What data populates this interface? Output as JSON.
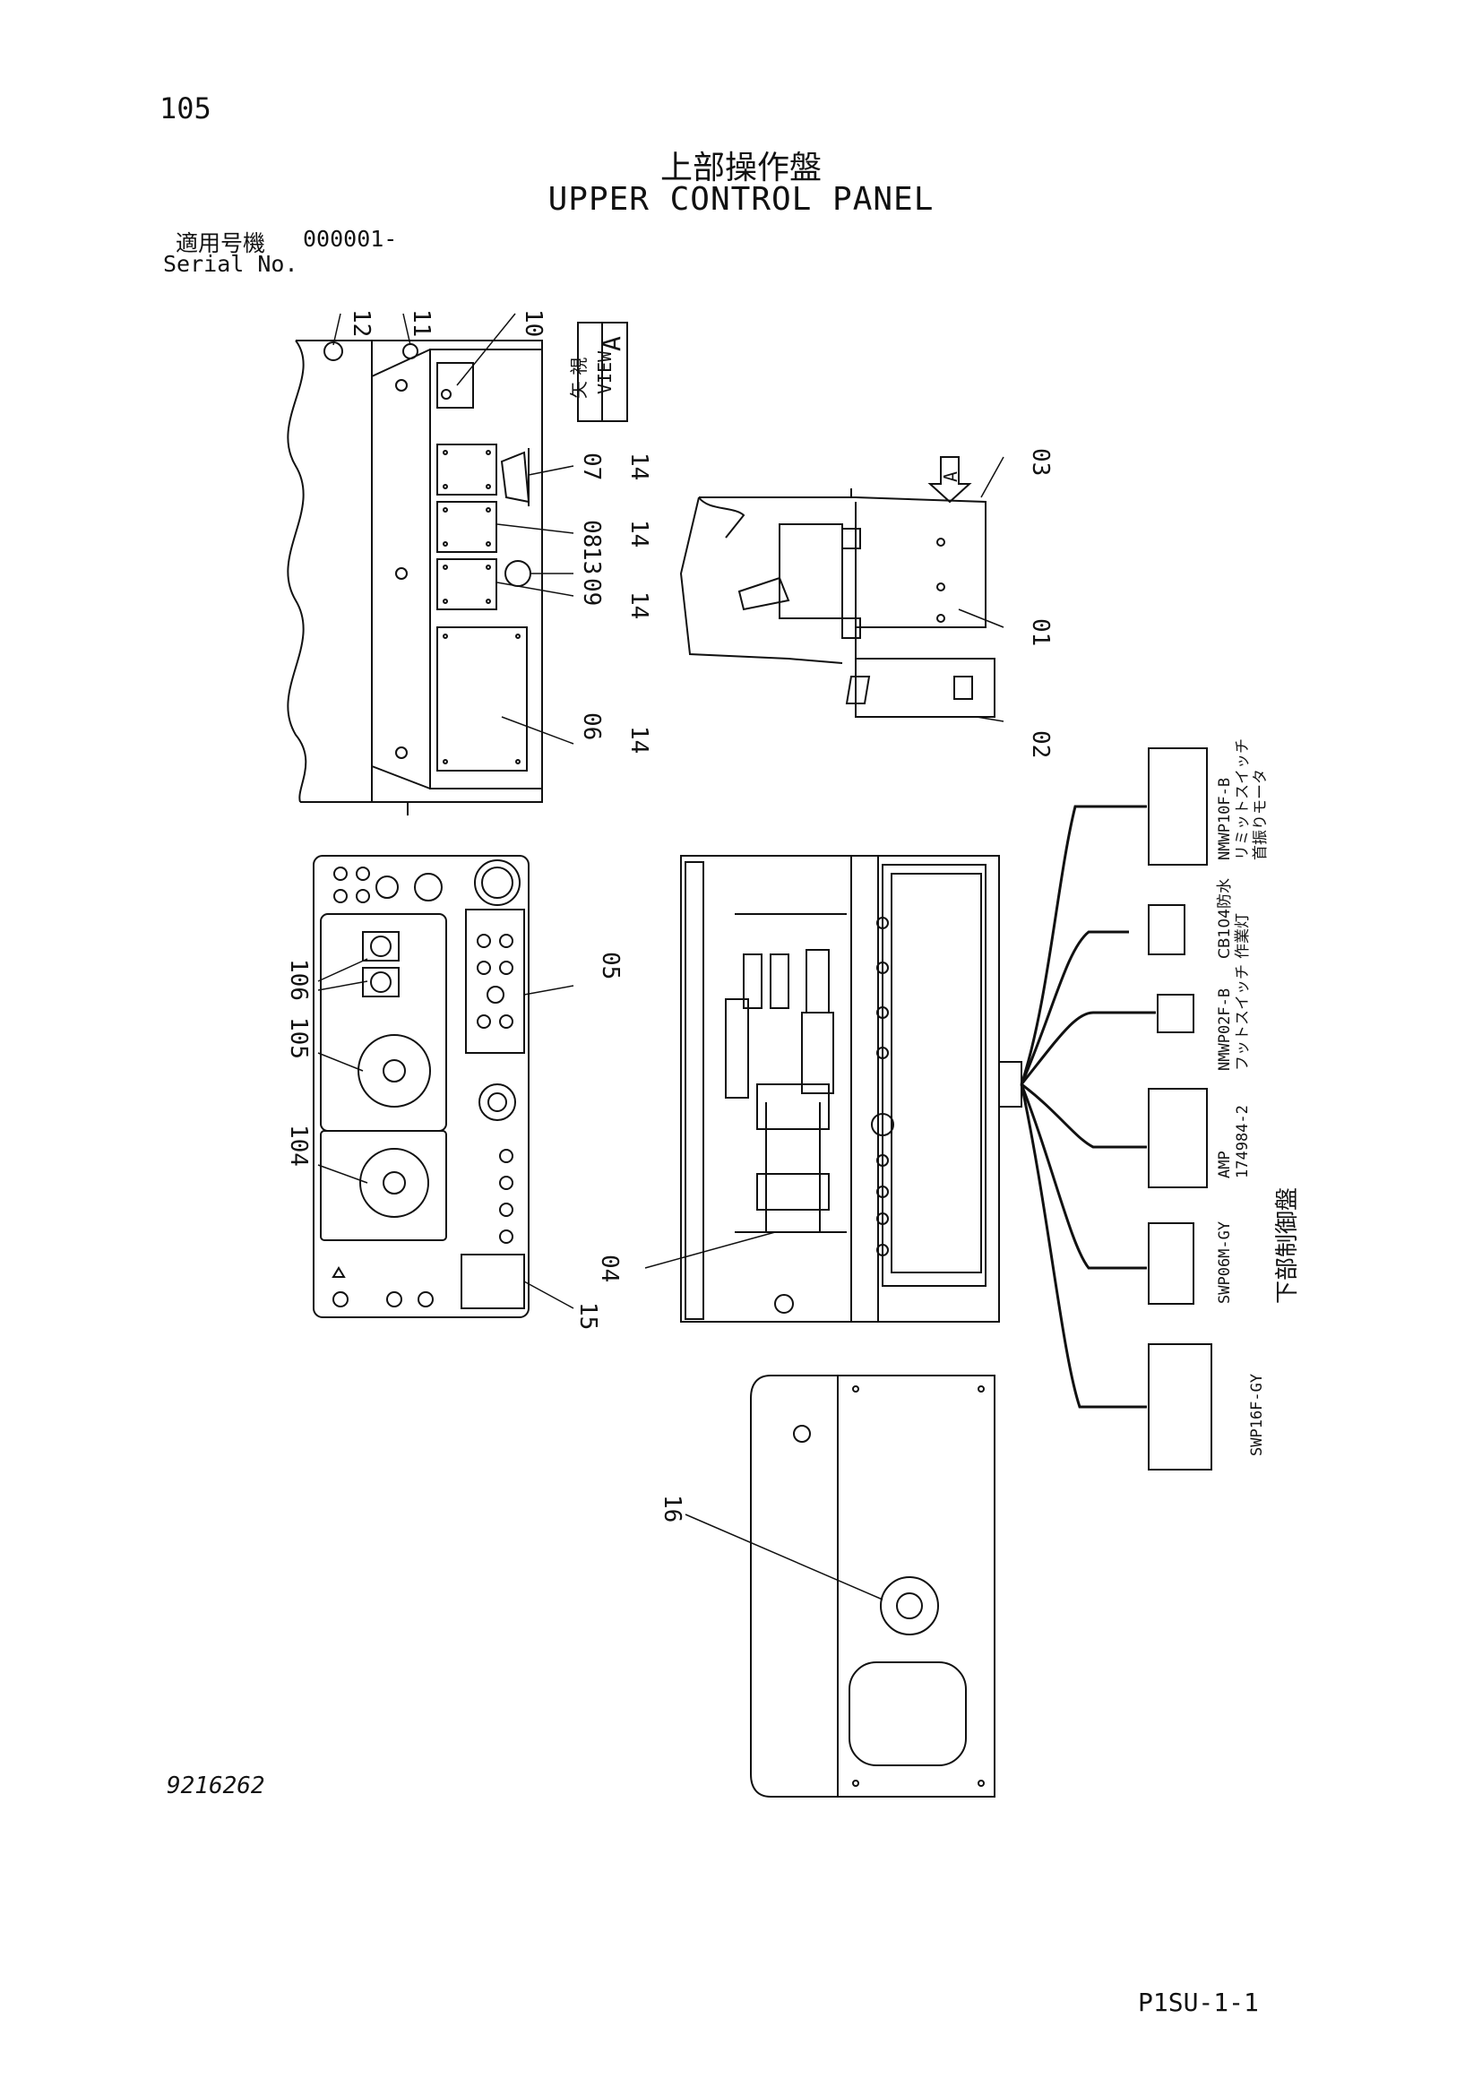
{
  "header": {
    "page_number": "105",
    "title_jp": "上部操作盤",
    "title_en": "UPPER CONTROL PANEL",
    "serial_label_jp": "適用号機",
    "serial_value": "000001-",
    "serial_label_en": "Serial No."
  },
  "callouts": {
    "c01": "01",
    "c02": "02",
    "c03": "03",
    "c04": "04",
    "c05": "05",
    "c06": "06",
    "c07": "07",
    "c08": "08",
    "c09": "09",
    "c10": "10",
    "c11": "11",
    "c12": "12",
    "c13": "13",
    "c15": "15",
    "c16": "16",
    "c14a": "14",
    "c14b": "14",
    "c14c": "14",
    "c14d": "14",
    "c104": "104",
    "c105": "105",
    "c106": "106"
  },
  "view_label": {
    "jp": "矢 視",
    "en": "VIEW",
    "letter": "A",
    "arrow_letter": "A"
  },
  "connectors": [
    {
      "code": "NMWP10F-B",
      "desc": "リミットスイッチ",
      "desc2": "首振りモータ"
    },
    {
      "code": "CB104防水",
      "desc": "作業灯",
      "desc2": ""
    },
    {
      "code": "NMWP02F-B",
      "desc": "フットスイッチ",
      "desc2": ""
    },
    {
      "code": "AMP",
      "desc": "174984-2",
      "desc2": ""
    },
    {
      "code": "SWP06M-GY",
      "desc": "",
      "desc2": ""
    },
    {
      "code": "SWP16F-GY",
      "desc": "",
      "desc2": ""
    }
  ],
  "lower_panel_label": "下部制御盤",
  "footer": {
    "drawing_number": "9216262",
    "page_code": "P1SU-1-1"
  }
}
